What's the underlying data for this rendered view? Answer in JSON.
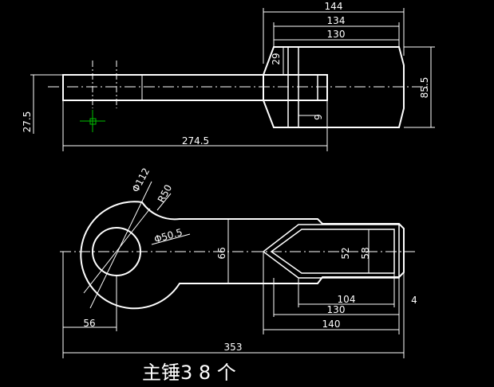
{
  "drawing": {
    "top_view": {
      "dims": {
        "d144": "144",
        "d134": "134",
        "d130": "130",
        "d29": "29",
        "d855": "85.5",
        "d275": "27.5",
        "d2745": "274.5",
        "d9": "9"
      }
    },
    "front_view": {
      "dims": {
        "phi112": "Φ112",
        "r50": "R50",
        "phi505": "Φ50.5",
        "d66": "66",
        "d52": "52",
        "d58": "58",
        "d104": "104",
        "d4": "4",
        "d130": "130",
        "d140": "140",
        "d56": "56",
        "d353": "353"
      }
    },
    "title": "主锤3 8 个"
  },
  "colors": {
    "background": "#000000",
    "lines": "#ffffff",
    "dim_lines": "#ffffff",
    "marker": "#00c000"
  }
}
